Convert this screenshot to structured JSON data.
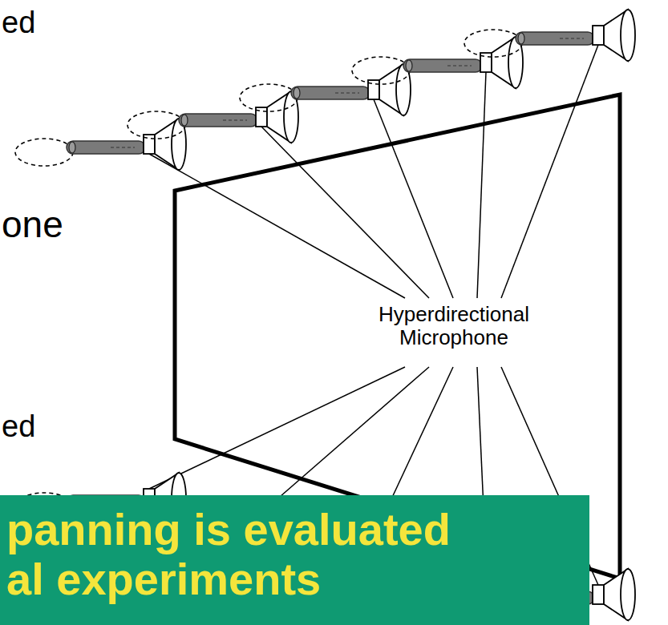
{
  "diagram": {
    "nodes": [
      {
        "text": [
          "panning is evaluated al experiments"
        ]
      }
    ],
    "labels": [
      "ed",
      "one",
      "ed",
      "Hyperdirectional Microphone"
    ]
  }
}
